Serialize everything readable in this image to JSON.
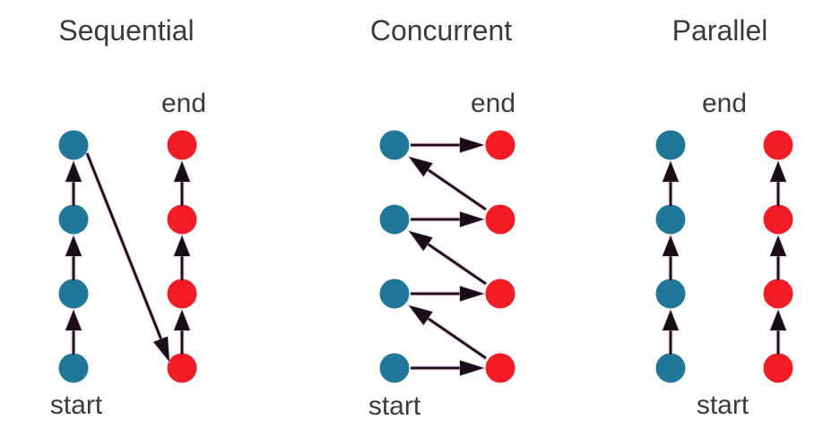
{
  "figure": {
    "background_color": "#ffffff",
    "text_color": "#3b3b3b",
    "node_color_left": "#1f7899",
    "node_color_right": "#f41c24",
    "arrow_color": "#190d18"
  },
  "panels": [
    {
      "id": "sequential",
      "title": "Sequential",
      "end_label": "end",
      "start_label": "start",
      "left_nodes": 4,
      "right_nodes": 4,
      "arrows": [
        "L1->L2",
        "L2->L3",
        "L3->L4",
        "L4->R1",
        "R1->R2",
        "R2->R3",
        "R3->R4"
      ]
    },
    {
      "id": "concurrent",
      "title": "Concurrent",
      "end_label": "end",
      "start_label": "start",
      "left_nodes": 4,
      "right_nodes": 4,
      "arrows": [
        "L1->R1",
        "R1->L2",
        "L2->R2",
        "R2->L3",
        "L3->R3",
        "R3->L4",
        "L4->R4"
      ]
    },
    {
      "id": "parallel",
      "title": "Parallel",
      "end_label": "end",
      "start_label": "start",
      "left_nodes": 4,
      "right_nodes": 4,
      "arrows": [
        "L1->L2",
        "L2->L3",
        "L3->L4",
        "R1->R2",
        "R2->R3",
        "R3->R4"
      ]
    }
  ]
}
